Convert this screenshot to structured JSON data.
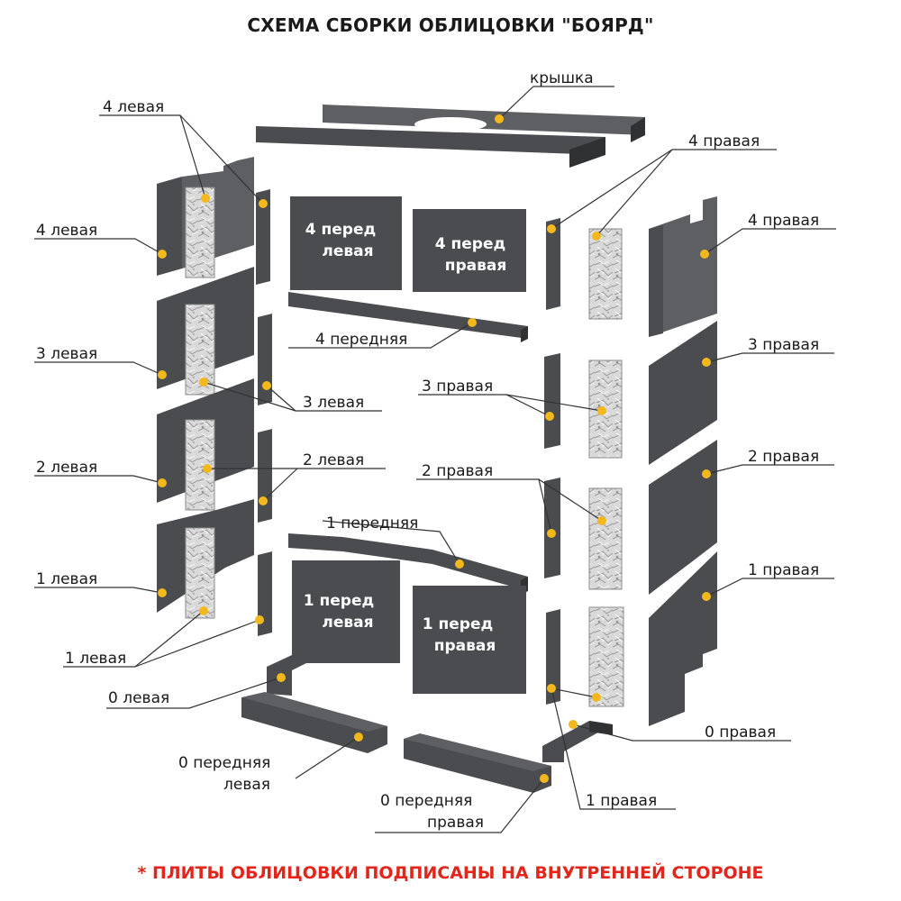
{
  "title": "СХЕМА СБОРКИ ОБЛИЦОВКИ  \"БОЯРД\"",
  "footnote": "* ПЛИТЫ ОБЛИЦОВКИ ПОДПИСАНЫ НА ВНУТРЕННЕЙ СТОРОНЕ",
  "colors": {
    "panel": "#4a4c4f",
    "panel_dark": "#2f3133",
    "panel_light": "#5d5f62",
    "stone": "#dcdcdc",
    "marker": "#f2b81c",
    "leader": "#333333",
    "text": "#1a1a1a",
    "footnote": "#e3261b"
  },
  "labels": {
    "kryshka": "крышка",
    "l4_top": "4 левая",
    "l4_side": "4 левая",
    "l3_outer": "3 левая",
    "l3_inner": "3 левая",
    "l2_outer": "2 левая",
    "l2_inner": "2 левая",
    "l1_outer": "1 левая",
    "l1_inner": "1 левая",
    "l0": "0 левая",
    "f0l_1": "0 передняя",
    "f0l_2": "левая",
    "f0r_1": "0 передняя",
    "f0r_2": "правая",
    "p1_inner": "1 правая",
    "p0": "0 правая",
    "p1_outer": "1 правая",
    "p2_inner": "2 правая",
    "p2_outer": "2 правая",
    "p3_inner": "3 правая",
    "p3_outer": "3 правая",
    "p4_top": "4 правая",
    "p4_side": "4 правая",
    "front4": "4 передняя",
    "front1": "1 передняя",
    "fp4l_1": "4 перед",
    "fp4l_2": "левая",
    "fp4r_1": "4 перед",
    "fp4r_2": "правая",
    "fp1l_1": "1 перед",
    "fp1l_2": "левая",
    "fp1r_1": "1 перед",
    "fp1r_2": "правая"
  }
}
